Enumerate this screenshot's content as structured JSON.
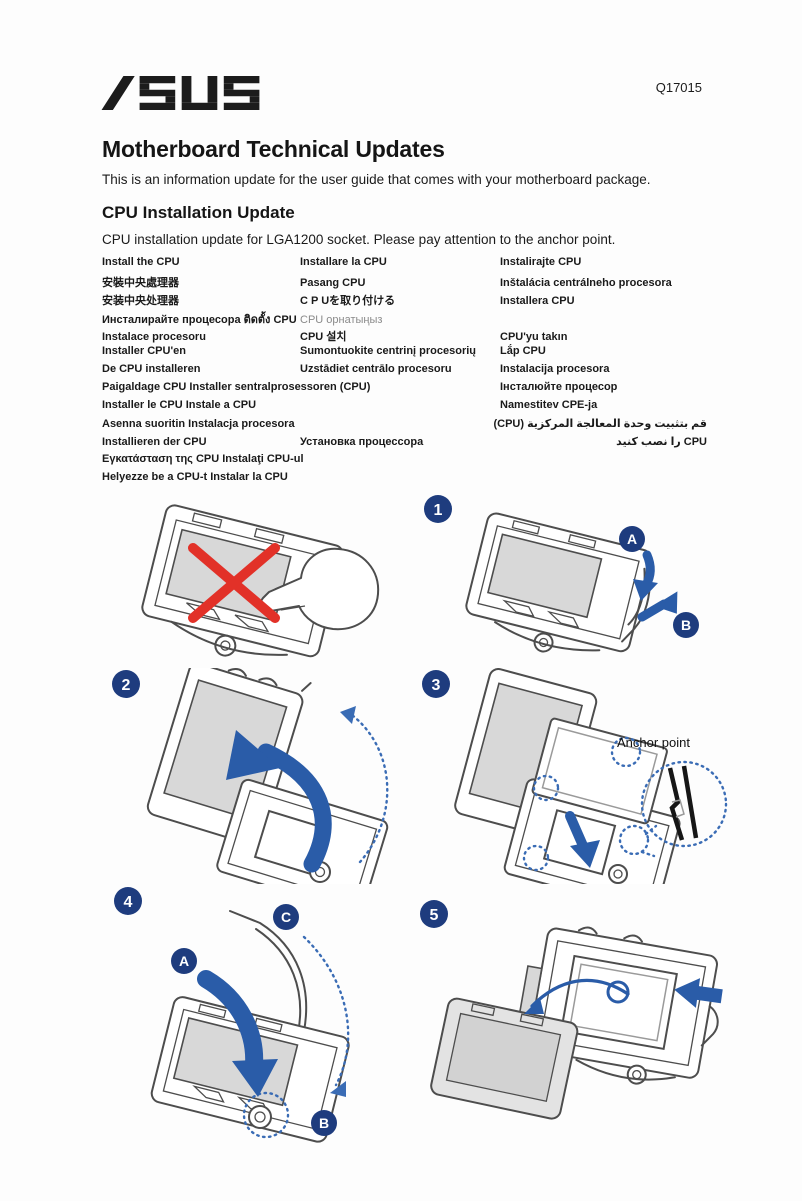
{
  "page": {
    "brand": "ASUS",
    "doc_number": "Q17015",
    "title": "Motherboard Technical Updates",
    "intro": "This is an information update for the user guide that comes with your motherboard package.",
    "section_title": "CPU Installation Update",
    "section_intro": "CPU installation update for LGA1200 socket. Please pay attention to the anchor point."
  },
  "languages": {
    "rows": [
      {
        "c1": "Install the CPU",
        "c2": "Installare la CPU",
        "c3": "Instalirajte CPU"
      },
      {
        "c1": "安裝中央處理器",
        "c2": "Pasang CPU",
        "c3": "Inštalácia centrálneho procesora"
      },
      {
        "c1": "安装中央处理器",
        "c2": "C P Uを取り付ける",
        "c3": "Installera CPU"
      },
      {
        "c1": "Инсталирайте процесора ติดตั้ง CPU",
        "c2": "CPU орнатыңыз",
        "c2_muted": true,
        "c3": ""
      },
      {
        "c1": "Instalace procesoru",
        "c2": "CPU 설치",
        "c3": "CPU'yu takın"
      },
      {
        "c1": "Installer CPU'en",
        "c2": "Sumontuokite centrinį procesorių",
        "c3": "Lắp CPU"
      },
      {
        "c1": "De CPU installeren",
        "c2": "Uzstādiet centrālo procesoru",
        "c3": "Instalacija procesora"
      },
      {
        "c1": "Paigaldage CPU Installer sentralprosessoren (CPU)",
        "c2": "",
        "c3": "Інсталюйте процесор"
      },
      {
        "c1": "Installer le CPU Instale a CPU",
        "c2": "",
        "c3": "Namestitev CPE-ja"
      },
      {
        "c1": "Asenna suoritin Instalacja procesora",
        "c2": "",
        "c3": "قم بتثبيت وحدة المعالجة المركزية (CPU)",
        "c3_rtl": true
      },
      {
        "c1": "Installieren der CPU",
        "c2": "Установка процессора",
        "c3": "CPU را نصب كنيد",
        "c3_rtl": true
      },
      {
        "c1": "Εγκατάσταση της CPU Instalaţi CPU-ul",
        "c2": "",
        "c3": ""
      },
      {
        "c1": "Helyezze be a CPU-t Instalar la CPU",
        "c2": "",
        "c3": ""
      }
    ]
  },
  "figures": {
    "anchor_point_label": "Anchor point",
    "steps": [
      "1",
      "2",
      "3",
      "4",
      "5"
    ],
    "callouts": {
      "a": "A",
      "b": "B",
      "c": "C"
    }
  },
  "colors": {
    "badge_blue": "#1e3c7e",
    "arrow_blue": "#2a5ca8",
    "dotted_blue": "#3a6cb5",
    "cross_red": "#e23128",
    "line_gray": "#4d4d4d",
    "plate_gray": "#d8d8d8",
    "muted_text": "#8a8a8a"
  }
}
